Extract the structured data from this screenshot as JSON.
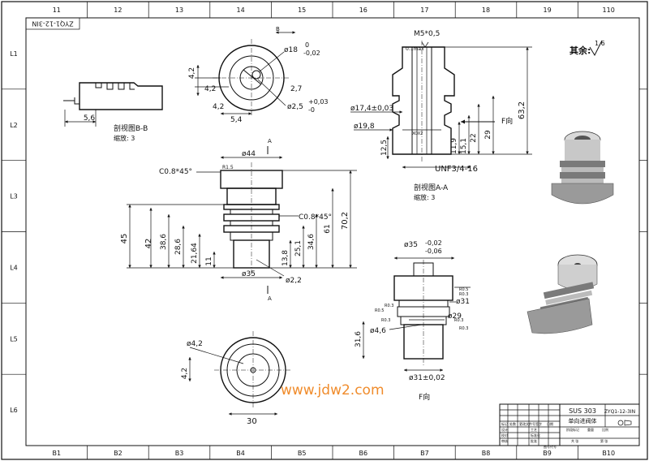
{
  "frame": {
    "columns_top": [
      "11",
      "12",
      "13",
      "14",
      "15",
      "16",
      "17",
      "18",
      "19",
      "110"
    ],
    "columns_bottom": [
      "B1",
      "B2",
      "B3",
      "B4",
      "B5",
      "B6",
      "B7",
      "B8",
      "B9",
      "B10"
    ],
    "rows": [
      "L1",
      "L2",
      "L3",
      "L4",
      "L5",
      "L6"
    ]
  },
  "corner_code": "ZYQ1-12-3IN",
  "surface_note": {
    "label": "其余:",
    "value": "1.6"
  },
  "section_bb": {
    "title": "剖视图B-B",
    "scale": "缩放: 3",
    "dim_width": "5,6",
    "view_mark": "B",
    "dims": [
      "4,2",
      "4,2",
      "4,2",
      "5,4",
      "2,7"
    ],
    "dia_main": "ø18",
    "tol_main": [
      "0",
      "-0,02"
    ],
    "dia_hole": "ø2,5",
    "tol_hole": [
      "+0,03",
      "-0"
    ]
  },
  "section_aa": {
    "title": "剖视图A-A",
    "scale": "缩放: 3",
    "thread_top": "M5*0,5",
    "perp_note": "0.1max",
    "dia_1": "ø17,4±0,03",
    "dia_2": "ø19,8",
    "thread_bottom": "UNF3/4-16",
    "f_view": "F向",
    "heights": [
      "12,5",
      "11,9",
      "15,1",
      "22",
      "29",
      "63,2"
    ],
    "small_note": "XOX2"
  },
  "front_view": {
    "dia_top": "ø44",
    "chamfer_1": "C0.8*45°",
    "chamfer_2": "C0.8*45°",
    "r_note": "R1.5",
    "section_mark": "A",
    "heights_left": [
      "45",
      "42",
      "38,6",
      "28,6",
      "21,64",
      "11"
    ],
    "heights_right": [
      "13,8",
      "25,1",
      "34,6",
      "61",
      "70,2"
    ],
    "dia_bottom": "ø35",
    "dia_small": "ø2,2"
  },
  "bottom_view": {
    "dia_hole": "ø4,2",
    "dim_side": "4,2",
    "width": "30"
  },
  "f_view": {
    "title": "F向",
    "dia_top": "ø35",
    "tol_top": [
      "-0,02",
      "-0,06"
    ],
    "dia_31": "ø31",
    "dia_29": "ø29",
    "dia_46": "ø4,6",
    "dia_bottom": "ø31±0,02",
    "height": "31,6",
    "radii": [
      "R0.5",
      "R0.3",
      "R0.5",
      "R0.3",
      "R0.3",
      "R0.3",
      "R0.3"
    ]
  },
  "watermark": "www.jdw2.com",
  "title_block": {
    "material": "SUS 303",
    "part_name": "单向进阀体",
    "drawing_no": "ZYQ1-12-3IN",
    "row_labels": [
      "标记",
      "处数",
      "更改文件号",
      "签字",
      "日期"
    ],
    "roles": [
      "设计",
      "校对",
      "审核",
      "工艺",
      "标准化",
      "批准"
    ],
    "fields": [
      "阶段标记",
      "重量",
      "比例"
    ],
    "sheet": [
      "共 张",
      "第 张"
    ],
    "bottom_note": "图号代号"
  }
}
